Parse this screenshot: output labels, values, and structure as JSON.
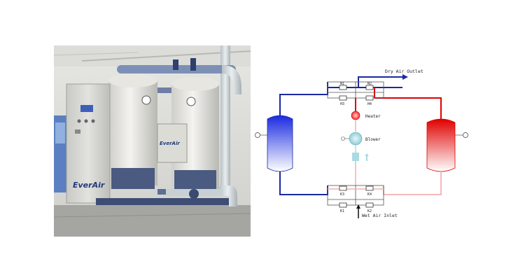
{
  "photo": {
    "brand_text": "EverAir",
    "colors": {
      "cabinet": "#d9d9d6",
      "vessel": "#ecebe6",
      "skid": "#4a5a80",
      "pipe": "#cfd8dc",
      "brand": "#1f3a7a"
    }
  },
  "schematic": {
    "labels": {
      "dry_outlet": "Dry Air Outlet",
      "wet_inlet": "Wet Air Inlet",
      "heater": "Heater",
      "blower": "Blower"
    },
    "valves": {
      "n1": "N1",
      "n2": "N2",
      "h3": "H3",
      "h4": "H4",
      "k3": "K3",
      "k4": "K4",
      "k1": "K1",
      "k2": "K2"
    },
    "colors": {
      "dry_line": "#1a2aa0",
      "hot_line": "#e00000",
      "cool_line": "#f4b0b0",
      "tower_left_top": "#1a2ae0",
      "tower_right_top": "#e00000"
    }
  }
}
